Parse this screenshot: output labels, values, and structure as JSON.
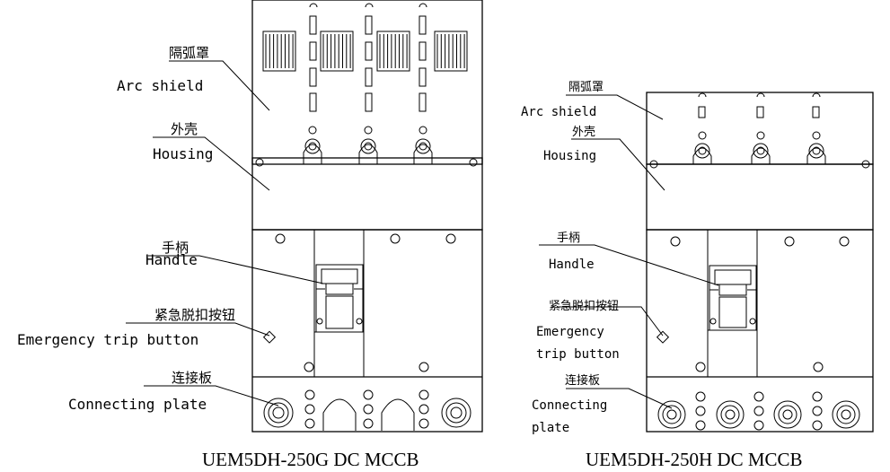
{
  "left": {
    "caption": "UEM5DH-250G DC MCCB",
    "labels": {
      "arc_cn": "隔弧罩",
      "arc_en": "Arc shield",
      "housing_cn": "外壳",
      "housing_en": "Housing",
      "handle_cn": "手柄",
      "handle_en": "Handle",
      "trip_cn": "紧急脱扣按钮",
      "trip_en": "Emergency trip button",
      "plate_cn": "连接板",
      "plate_en": "Connecting plate"
    }
  },
  "right": {
    "caption": "UEM5DH-250H DC MCCB",
    "labels": {
      "arc_cn": "隔弧罩",
      "arc_en": "Arc shield",
      "housing_cn": "外壳",
      "housing_en": "Housing",
      "handle_cn": "手柄",
      "handle_en": "Handle",
      "trip_cn": "紧急脱扣按钮",
      "trip_en_1": "Emergency",
      "trip_en_2": "trip button",
      "plate_cn": "连接板",
      "plate_en_1": "Connecting",
      "plate_en_2": "plate"
    }
  }
}
